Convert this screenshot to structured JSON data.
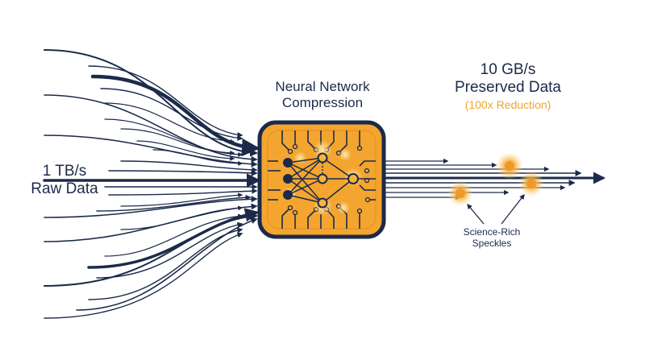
{
  "input": {
    "rate": "1 TB/s",
    "label": "Raw Data"
  },
  "processor": {
    "title_line1": "Neural Network",
    "title_line2": "Compression"
  },
  "output": {
    "rate": "10 GB/s",
    "label": "Preserved Data",
    "reduction": "(100x Reduction)"
  },
  "callout": {
    "line1": "Science-Rich",
    "line2": "Speckles"
  },
  "colors": {
    "navy": "#1c2a4a",
    "orange": "#f0a530",
    "chip_fill": "#f3a52f",
    "glow": "#f6c060"
  }
}
